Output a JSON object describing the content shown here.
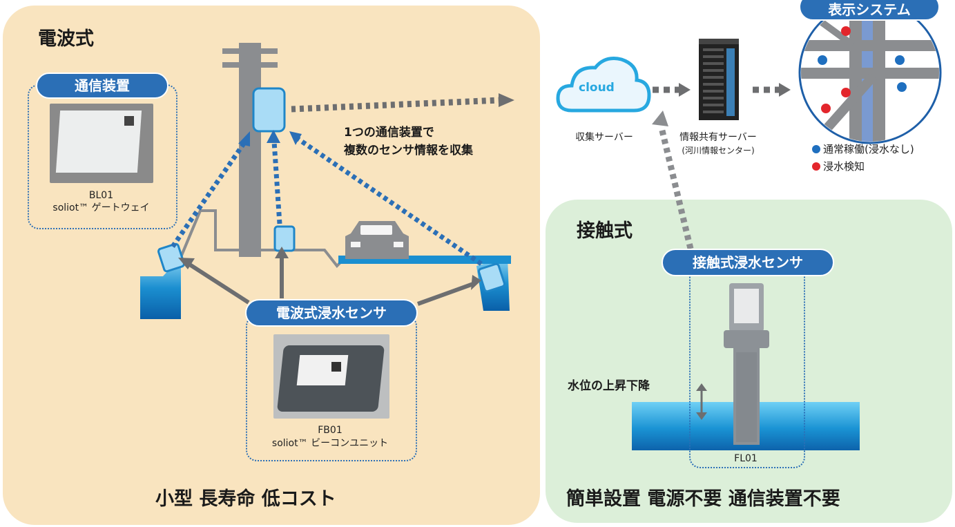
{
  "radio_section": {
    "title": "電波式",
    "gateway_pill": "通信装置",
    "gateway_model": "BL01",
    "gateway_name": "soliot™ ゲートウェイ",
    "sensor_pill": "電波式浸水センサ",
    "sensor_model": "FB01",
    "sensor_name": "soliot™ ビーコンユニット",
    "note_line1": "1つの通信装置で",
    "note_line2": "複数のセンサ情報を収集",
    "features": "小型  長寿命  低コスト"
  },
  "contact_section": {
    "title": "接触式",
    "sensor_pill": "接触式浸水センサ",
    "sensor_model": "FL01",
    "water_level_label": "水位の上昇下降",
    "features": "簡単設置  電源不要  通信装置不要"
  },
  "system": {
    "cloud_text": "cloud",
    "collect_server": "収集サーバー",
    "share_server": "情報共有サーバー",
    "share_server_sub": "(河川情報センター)",
    "display_pill": "表示システム",
    "legend_normal": "通常稼働(浸水なし)",
    "legend_flood": "浸水検知"
  },
  "colors": {
    "accent_blue": "#2b6fb6",
    "normal_dot": "#1f6fbf",
    "flood_dot": "#e3262c",
    "left_panel": "#f9e4bf",
    "right_panel": "#dcefd9"
  }
}
